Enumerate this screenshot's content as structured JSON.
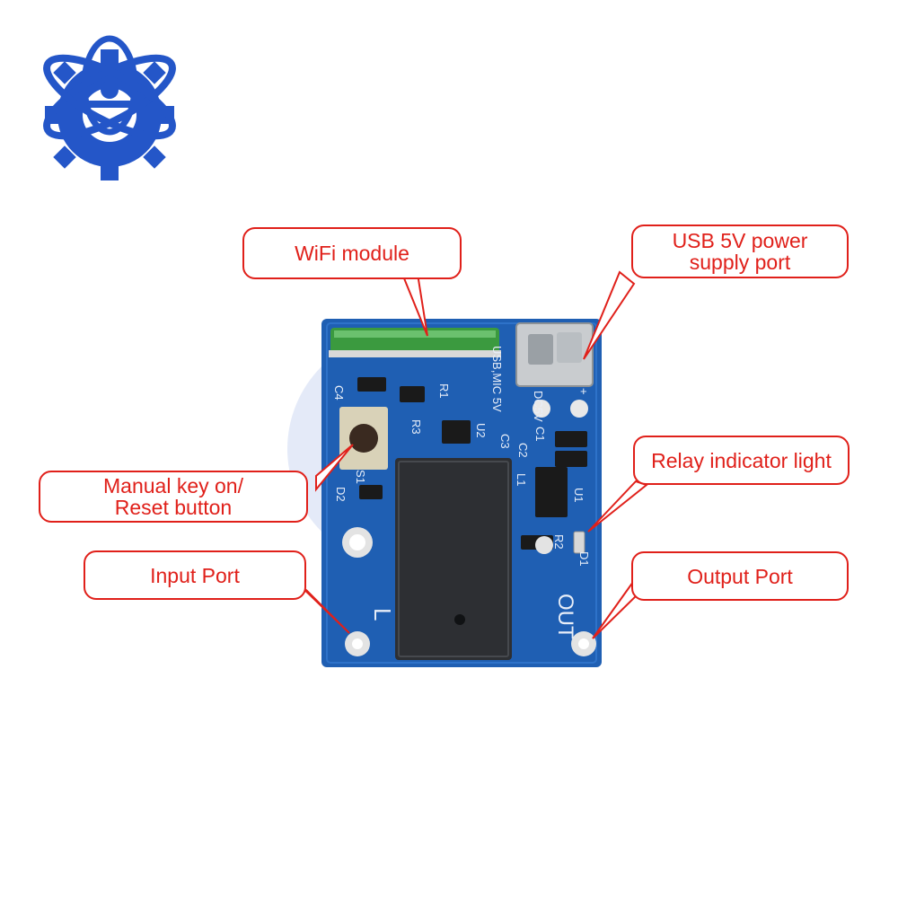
{
  "colors": {
    "accent": "#e0201a",
    "board": "#1f5fb3",
    "logo": "#2456c8"
  },
  "board": {
    "silkscreen": {
      "c4": "C4",
      "s1": "S1",
      "d2": "D2",
      "r1": "R1",
      "r3": "R3",
      "u2": "U2",
      "c3": "C3",
      "c1": "C1",
      "c2": "C2",
      "l1": "L1",
      "u1": "U1",
      "r2": "R2",
      "d1": "D1",
      "usb_mic_5v": "USB,MIC 5V",
      "dc5v": "DC5V",
      "l": "L",
      "out": "OUT",
      "minus": "-",
      "plus": "+"
    }
  },
  "callouts": {
    "wifi": "WiFi module",
    "usb_line1": "USB 5V power",
    "usb_line2": "supply port",
    "relay_light": "Relay indicator light",
    "manual_line1": "Manual key on/",
    "manual_line2": "Reset button",
    "input": "Input Port",
    "output": "Output Port"
  }
}
